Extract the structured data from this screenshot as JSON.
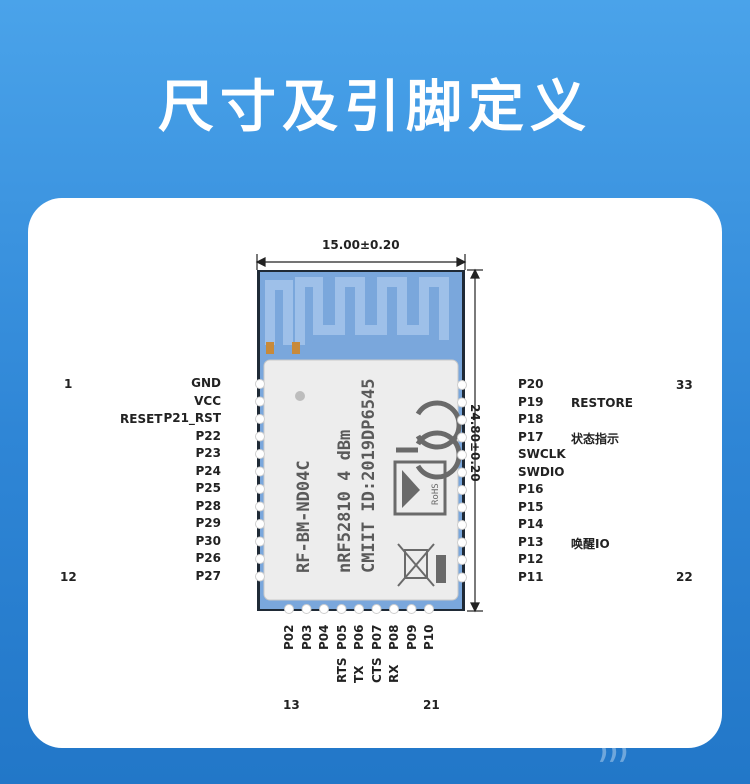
{
  "title": "尺寸及引脚定义",
  "dimensions": {
    "width": "15.00±0.20",
    "height": "24.80±0.20"
  },
  "left_pin_numbers": {
    "first": "1",
    "last": "12"
  },
  "right_pin_numbers": {
    "first": "33",
    "last": "22"
  },
  "bottom_pin_numbers": {
    "first": "13",
    "last": "21"
  },
  "left_pins": [
    "GND",
    "VCC",
    "P21_RST",
    "P22",
    "P23",
    "P24",
    "P25",
    "P28",
    "P29",
    "P30",
    "P26",
    "P27"
  ],
  "left_functions": {
    "P21_RST": "RESET"
  },
  "right_pins": [
    "P20",
    "P19",
    "P18",
    "P17",
    "SWCLK",
    "SWDIO",
    "P16",
    "P15",
    "P14",
    "P13",
    "P12",
    "P11"
  ],
  "right_functions": {
    "P19": "RESTORE",
    "P17": "状态指示",
    "P13": "唤醒IO"
  },
  "bottom_pins": [
    "P02",
    "P03",
    "P04",
    "P05",
    "P06",
    "P07",
    "P08",
    "P09",
    "P10"
  ],
  "bottom_functions": {
    "P05": "RTS",
    "P06": "TX",
    "P07": "CTS",
    "P08": "RX"
  },
  "shield": {
    "line1": "RF-BM-ND04C",
    "line2": "nRF52810   4  dBm",
    "line3": "CMIIT  ID:2019DP6545",
    "rohs": "RoHS"
  },
  "colors": {
    "background": "#3a93e0",
    "pcb": "#6e9cd2",
    "shield": "#eeeeee"
  }
}
